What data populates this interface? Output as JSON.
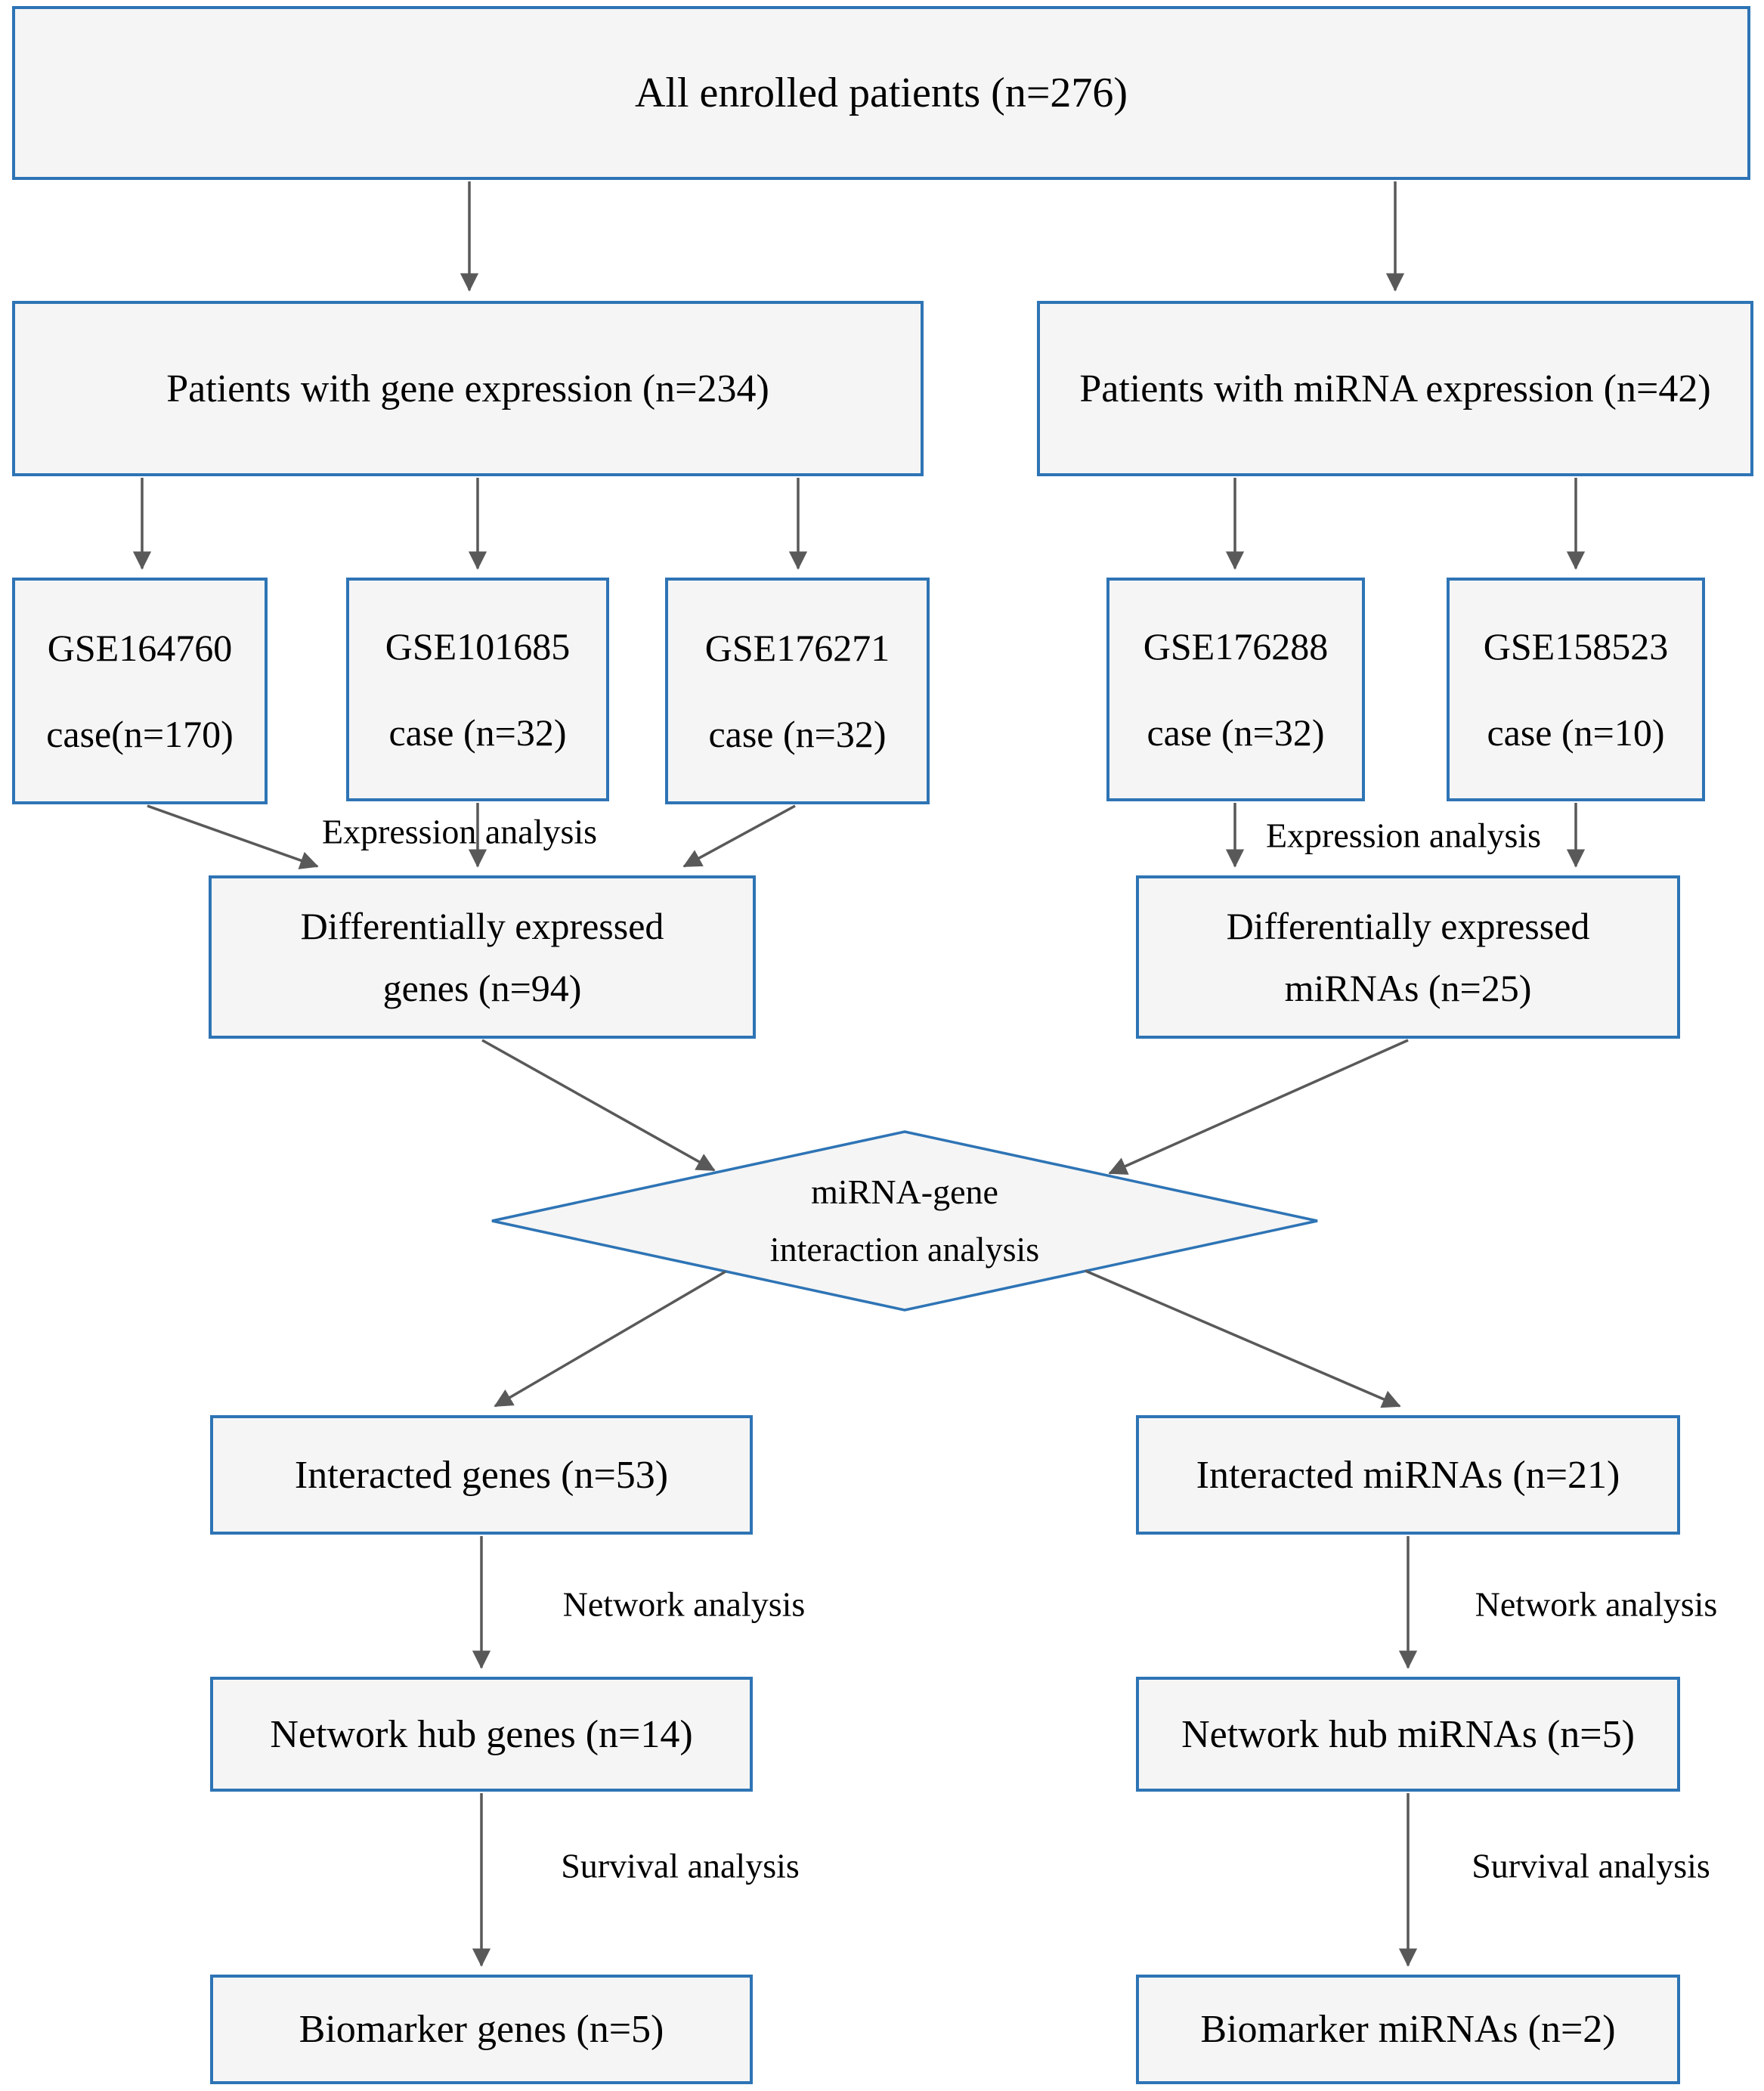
{
  "flowchart": {
    "title": "Patient enrollment and miRNA-gene analysis flow diagram",
    "colors": {
      "box_border": "#2E74B5",
      "box_fill": "#F5F5F5",
      "arrow": "#595959",
      "text": "#000000"
    },
    "nodes": {
      "all_patients": {
        "label": "All enrolled patients (n=276)"
      },
      "gene_expression": {
        "label": "Patients with gene expression (n=234)"
      },
      "mirna_expression": {
        "label": "Patients with miRNA expression (n=42)"
      },
      "gse164760": {
        "line1": "GSE164760",
        "line2": "case(n=170)"
      },
      "gse101685": {
        "line1": "GSE101685",
        "line2": "case (n=32)"
      },
      "gse176271": {
        "line1": "GSE176271",
        "line2": "case (n=32)"
      },
      "gse176288": {
        "line1": "GSE176288",
        "line2": "case (n=32)"
      },
      "gse158523": {
        "line1": "GSE158523",
        "line2": "case (n=10)"
      },
      "deg": {
        "line1": "Differentially expressed",
        "line2": "genes (n=94)"
      },
      "dem": {
        "line1": "Differentially expressed",
        "line2": "miRNAs (n=25)"
      },
      "interaction_diamond": {
        "line1": "miRNA-gene",
        "line2": "interaction analysis"
      },
      "interacted_genes": {
        "label": "Interacted genes (n=53)"
      },
      "interacted_mirnas": {
        "label": "Interacted miRNAs (n=21)"
      },
      "hub_genes": {
        "label": "Network hub genes (n=14)"
      },
      "hub_mirnas": {
        "label": "Network hub miRNAs (n=5)"
      },
      "biomarker_genes": {
        "label": "Biomarker genes (n=5)"
      },
      "biomarker_mirnas": {
        "label": "Biomarker miRNAs (n=2)"
      }
    },
    "edge_labels": {
      "expression_left": "Expression analysis",
      "expression_right": "Expression analysis",
      "network_left": "Network analysis",
      "network_right": "Network analysis",
      "survival_left": "Survival analysis",
      "survival_right": "Survival analysis"
    }
  }
}
